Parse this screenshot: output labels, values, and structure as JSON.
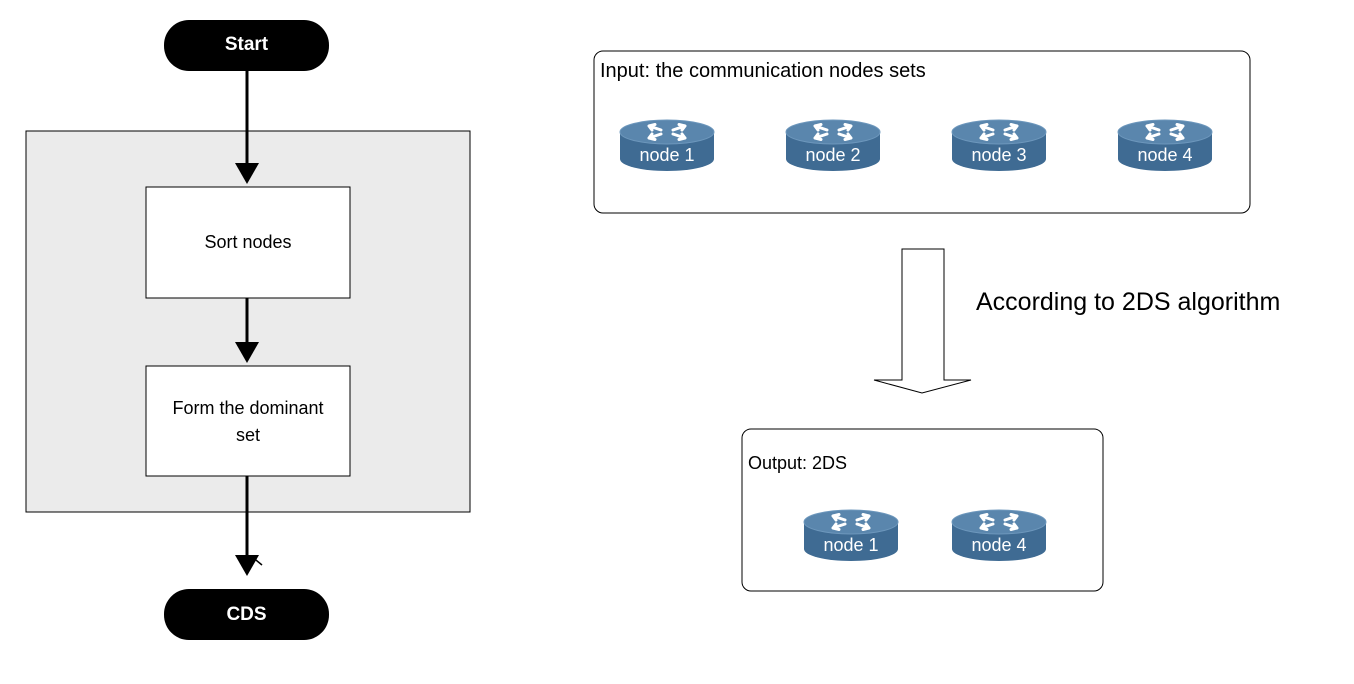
{
  "flowchart": {
    "start_label": "Start",
    "step1_label": "Sort nodes",
    "step2_line1": "Form the dominant",
    "step2_line2": "set",
    "end_label": "CDS"
  },
  "input_panel": {
    "title": "Input: the communication nodes sets",
    "nodes": [
      "node 1",
      "node 2",
      "node 3",
      "node 4"
    ]
  },
  "transition": {
    "label": "According to 2DS algorithm"
  },
  "output_panel": {
    "title": "Output: 2DS",
    "nodes": [
      "node 1",
      "node 4"
    ]
  },
  "colors": {
    "terminal_fill": "#000000",
    "group_fill": "#ebebeb",
    "router_body": "#3f6b93",
    "router_top": "#5a86ad",
    "router_arrows": "#ffffff"
  },
  "icons": {
    "router": "router-icon"
  }
}
